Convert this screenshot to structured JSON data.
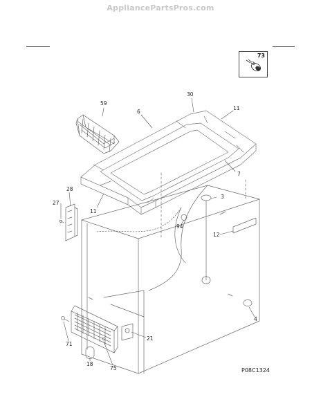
{
  "site": {
    "watermark": "AppliancePartsPros.com"
  },
  "inset": {
    "part_number": "73"
  },
  "drawing_number": "P08C1324",
  "callouts": {
    "c30": "30",
    "c59": "59",
    "c6": "6",
    "c11_top": "11",
    "c7": "7",
    "c28": "28",
    "c27": "27",
    "c11_left": "11",
    "c3": "3",
    "c94": "94",
    "c12": "12",
    "c4": "4",
    "c71": "71",
    "c21": "21",
    "c18": "18",
    "c75": "75"
  }
}
